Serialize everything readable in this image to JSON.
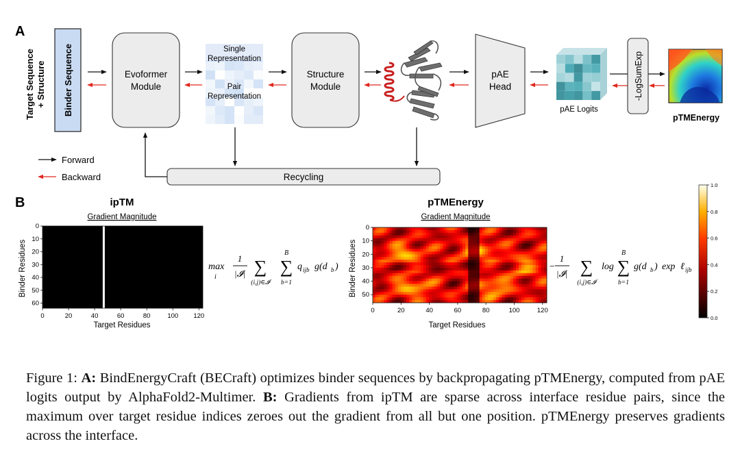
{
  "panel_a": {
    "label": "A",
    "input_label_1": "Target Sequence",
    "input_label_2": "+ Structure",
    "binder_box": "Binder Sequence",
    "evoformer_1": "Evoformer",
    "evoformer_2": "Module",
    "single_1": "Single",
    "single_2": "Representation",
    "pair_1": "Pair",
    "pair_2": "Representation",
    "structure_1": "Structure",
    "structure_2": "Module",
    "pae_head_1": "pAE",
    "pae_head_2": "Head",
    "pae_logits": "pAE Logits",
    "logsumexp": "-LogSumExp",
    "output": "pTMEnergy",
    "recycling": "Recycling",
    "legend_forward": "Forward",
    "legend_backward": "Backward",
    "colors": {
      "forward": "#111111",
      "backward": "#e0281e",
      "binder_box": "#c9dbf2",
      "module": "#ececec"
    }
  },
  "panel_b": {
    "label": "B",
    "left": {
      "title": "ipTM",
      "subtitle": "Gradient Magnitude",
      "ylabel": "Binder Residues",
      "xlabel": "Target Residues",
      "xticks": [
        "0",
        "20",
        "40",
        "60",
        "80",
        "100",
        "120"
      ],
      "yticks": [
        "0",
        "10",
        "20",
        "30",
        "40",
        "50",
        "60"
      ],
      "formula_op": "max",
      "formula_sub": "i",
      "formula_frac_num": "1",
      "formula_frac_den": "|𝓘|",
      "formula_sum_sub": "(i,j)∈𝓘",
      "formula_sum2_top": "B",
      "formula_sum2_sub": "b=1",
      "formula_body": "q",
      "formula_body_sub": "ijb",
      "formula_tail": "g(d",
      "formula_tail_sub": "b",
      "formula_tail_end": ")"
    },
    "right": {
      "title": "pTMEnergy",
      "subtitle": "Gradient Magnitude",
      "ylabel": "Binder Residues",
      "xlabel": "Target Residues",
      "xticks": [
        "0",
        "20",
        "40",
        "60",
        "80",
        "100",
        "120"
      ],
      "yticks": [
        "0",
        "10",
        "20",
        "30",
        "40",
        "50"
      ],
      "formula_neg": "−",
      "formula_frac_num": "1",
      "formula_frac_den": "|𝓘|",
      "formula_sum_sub": "(i,j)∈𝓘",
      "formula_log": "log",
      "formula_sum2_top": "B",
      "formula_sum2_sub": "b=1",
      "formula_tail": "g(d",
      "formula_tail_sub": "b",
      "formula_tail_end": ")",
      "formula_exp": "exp",
      "formula_ell": "ℓ",
      "formula_ell_sub": "ijb"
    },
    "colorbar_ticks": [
      "1.0",
      "0.8",
      "0.6",
      "0.4",
      "0.2",
      "0.0"
    ]
  },
  "chart_data": [
    {
      "type": "heatmap",
      "title": "ipTM",
      "subtitle": "Gradient Magnitude",
      "xlabel": "Target Residues",
      "ylabel": "Binder Residues",
      "xlim": [
        0,
        123
      ],
      "ylim": [
        0,
        64
      ],
      "colormap": "hot",
      "vmin": 0.0,
      "vmax": 1.0,
      "description_of_values": "bright column at target residue 47",
      "hot_column": 47,
      "hot_value": 1.0
    },
    {
      "type": "heatmap",
      "title": "pTMEnergy",
      "subtitle": "Gradient Magnitude",
      "xlabel": "Target Residues",
      "ylabel": "Binder Residues",
      "xlim": [
        0,
        123
      ],
      "ylim": [
        0,
        56
      ],
      "colormap": "hot",
      "vmin": 0.0,
      "vmax": 1.0,
      "colorbar_ticks": [
        0.0,
        0.2,
        0.4,
        0.6,
        0.8,
        1.0
      ]
    }
  ],
  "caption": {
    "fig": "Figure 1: ",
    "a_label": "A:",
    "a_text": " BindEnergyCraft (BECraft) optimizes binder sequences by backpropagating pTMEnergy, computed from pAE logits output by AlphaFold2-Multimer. ",
    "b_label": "B:",
    "b_text": " Gradients from ipTM are sparse across interface residue pairs, since the maximum over target residue indices zeroes out the gradient from all but one position. pTMEnergy preserves gradients across the interface."
  }
}
